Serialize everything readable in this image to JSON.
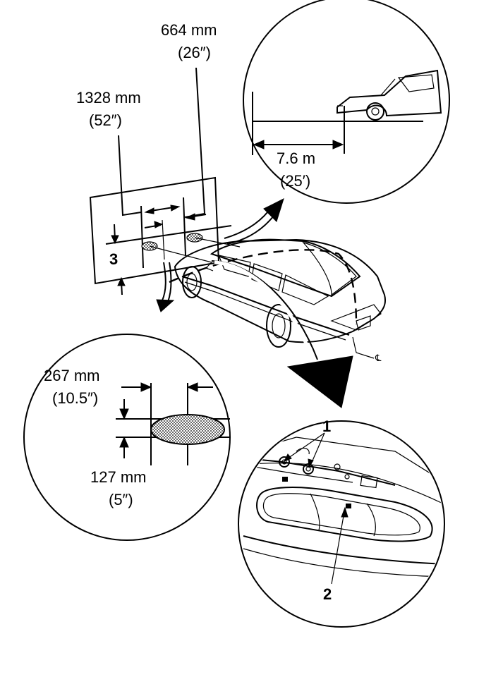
{
  "labels": {
    "dim_664": "664 mm",
    "dim_664_in": "(26″)",
    "dim_1328": "1328 mm",
    "dim_1328_in": "(52″)",
    "distance_m": "7.6 m",
    "distance_ft": "(25′)",
    "height_callout": "3",
    "dim_267": "267 mm",
    "dim_267_in": "(10.5″)",
    "dim_127": "127 mm",
    "dim_127_in": "(5″)",
    "callout_1": "1",
    "callout_2": "2",
    "centerline": "℄"
  },
  "colors": {
    "ink": "#000000",
    "paper": "#ffffff",
    "hotspot_fill": "#bdbdbd"
  }
}
